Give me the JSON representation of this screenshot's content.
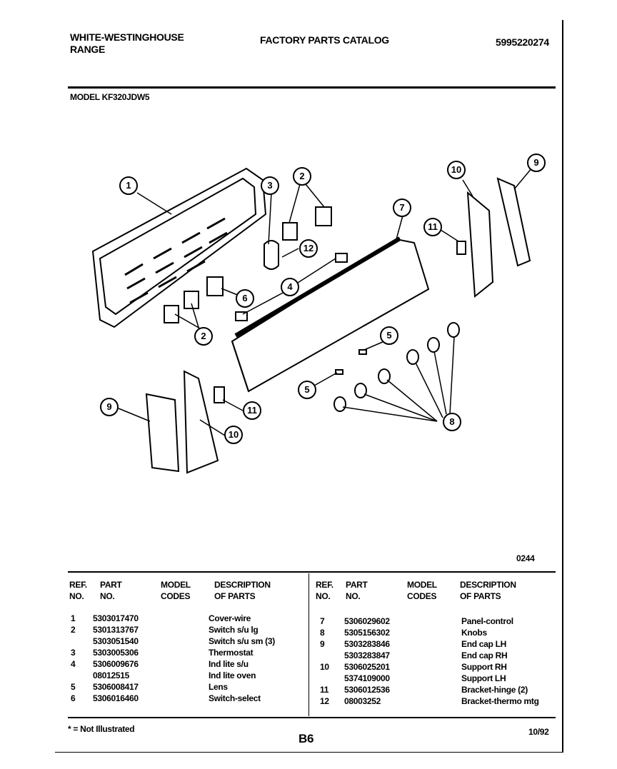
{
  "header": {
    "brand_line1": "WHITE-WESTINGHOUSE",
    "brand_line2": "RANGE",
    "catalog_title": "FACTORY PARTS CATALOG",
    "catalog_number": "5995220274",
    "model_label": "MODEL KF320JDW5"
  },
  "diagram": {
    "figure_code": "0244",
    "callouts": [
      "1",
      "2",
      "3",
      "2",
      "12",
      "4",
      "6",
      "7",
      "10",
      "9",
      "11",
      "5",
      "5",
      "8",
      "9",
      "11",
      "10"
    ]
  },
  "table": {
    "headers": {
      "ref": "REF.\nNO.",
      "part": "PART\nNO.",
      "model": "MODEL\nCODES",
      "desc": "DESCRIPTION\nOF PARTS"
    },
    "left_rows": [
      {
        "ref": "1",
        "part": "5303017470",
        "desc": "Cover-wire"
      },
      {
        "ref": "2",
        "part": "5301313767",
        "desc": "Switch s/u lg"
      },
      {
        "ref": "",
        "part": "5303051540",
        "desc": "Switch s/u sm (3)"
      },
      {
        "ref": "3",
        "part": "5303005306",
        "desc": "Thermostat"
      },
      {
        "ref": "4",
        "part": "5306009676",
        "desc": "Ind lite s/u"
      },
      {
        "ref": "",
        "part": "08012515",
        "desc": "Ind lite oven"
      },
      {
        "ref": "5",
        "part": "5306008417",
        "desc": "Lens"
      },
      {
        "ref": "6",
        "part": "5306016460",
        "desc": "Switch-select"
      }
    ],
    "right_rows": [
      {
        "ref": "7",
        "part": "5306029602",
        "desc": "Panel-control"
      },
      {
        "ref": "8",
        "part": "5305156302",
        "desc": "Knobs"
      },
      {
        "ref": "9",
        "part": "5303283846",
        "desc": "End cap LH"
      },
      {
        "ref": "",
        "part": "5303283847",
        "desc": "End cap RH"
      },
      {
        "ref": "10",
        "part": "5306025201",
        "desc": "Support RH"
      },
      {
        "ref": "",
        "part": "5374109000",
        "desc": "Support LH"
      },
      {
        "ref": "11",
        "part": "5306012536",
        "desc": "Bracket-hinge (2)"
      },
      {
        "ref": "12",
        "part": "08003252",
        "desc": "Bracket-thermo mtg"
      }
    ]
  },
  "footer": {
    "note": "* = Not Illustrated",
    "page": "B6",
    "date": "10/92"
  }
}
